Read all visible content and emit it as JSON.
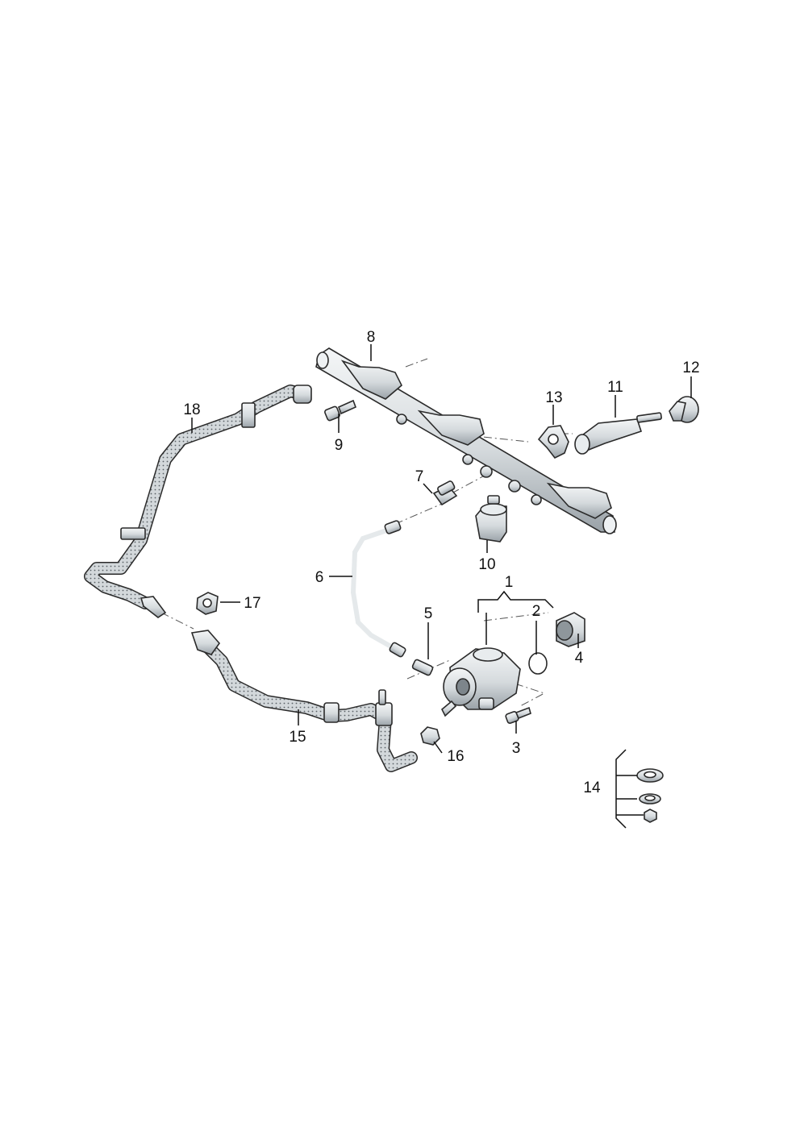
{
  "diagram": {
    "callouts": {
      "c1": "1",
      "c2": "2",
      "c3": "3",
      "c4": "4",
      "c5": "5",
      "c6": "6",
      "c7": "7",
      "c8": "8",
      "c9": "9",
      "c10": "10",
      "c11": "11",
      "c12": "12",
      "c13": "13",
      "c14": "14",
      "c15": "15",
      "c16": "16",
      "c17": "17",
      "c18": "18"
    },
    "colors": {
      "metal": "#dfe3e6",
      "metal_dark": "#a9b0b5",
      "hose": "#c9cfd3",
      "line": "#2a2a2a"
    }
  }
}
